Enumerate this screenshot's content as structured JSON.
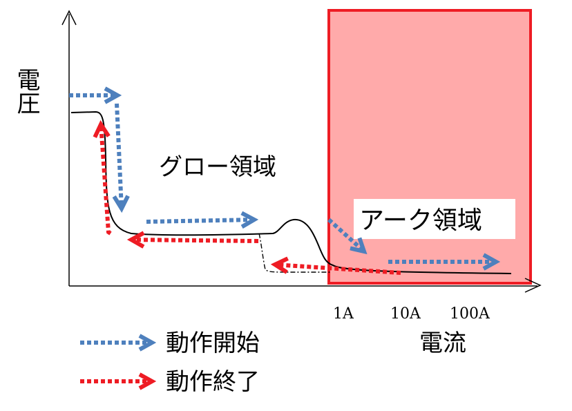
{
  "chart_data": {
    "type": "line",
    "title": "",
    "xlabel": "電流",
    "ylabel": "電圧",
    "x_scale": "log",
    "x_tick_labels": [
      "1A",
      "10A",
      "100A"
    ],
    "grid": false,
    "legend_position": "bottom-left",
    "regions": [
      {
        "label": "グロー領域",
        "type": "glow"
      },
      {
        "label": "アーク領域",
        "type": "arc",
        "fill": "#ffaaaa",
        "border": "#ee1c24"
      }
    ],
    "legend": [
      {
        "label": "動作開始",
        "color": "#4e80bd"
      },
      {
        "label": "動作終了",
        "color": "#ee1c24"
      }
    ],
    "colors": {
      "start": "#4e80bd",
      "end": "#ee1c24",
      "curve": "#000000"
    }
  }
}
